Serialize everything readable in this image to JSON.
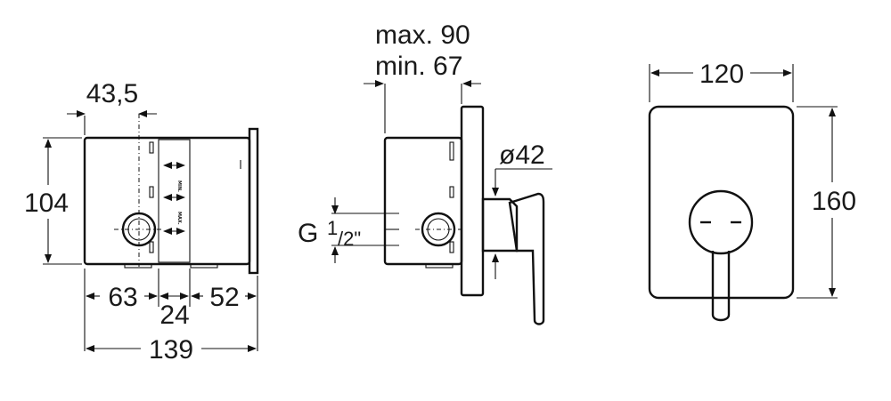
{
  "side_view_box": {
    "dim_offset": "43,5",
    "dim_height": "104",
    "dim_left": "63",
    "dim_middle": "24",
    "dim_right": "52",
    "dim_total": "139",
    "marker_min": "MIN.",
    "marker_max": "MAX."
  },
  "section_view": {
    "dim_max": "max. 90",
    "dim_min": "min. 67",
    "dim_diameter": "ø42",
    "thread_letter": "G",
    "thread_num": "1",
    "thread_den": "/2\""
  },
  "front_view": {
    "dim_width": "120",
    "dim_height": "160"
  }
}
